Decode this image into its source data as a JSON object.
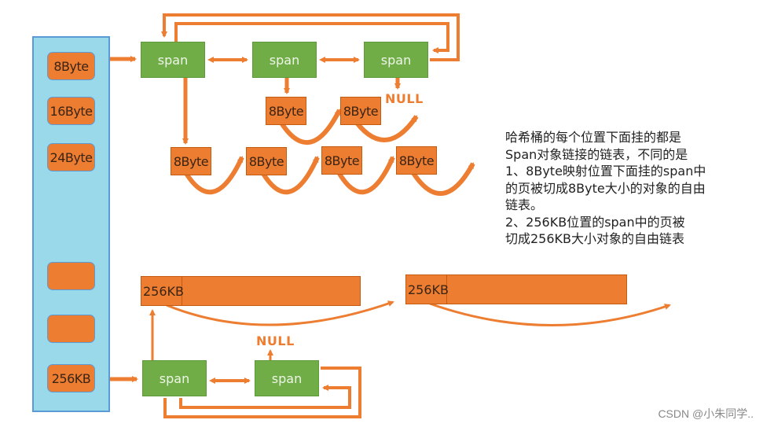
{
  "hash_buckets": {
    "items": [
      {
        "label": "8Byte"
      },
      {
        "label": "16Byte"
      },
      {
        "label": "24Byte"
      },
      {
        "label": ""
      },
      {
        "label": ""
      },
      {
        "label": "256KB"
      }
    ]
  },
  "span_list_8byte": {
    "spans": [
      {
        "label": "span"
      },
      {
        "label": "span"
      },
      {
        "label": "span"
      }
    ],
    "objects_span1": [
      "8Byte",
      "8Byte",
      "8Byte",
      "8Byte"
    ],
    "objects_span2": [
      "8Byte",
      "8Byte"
    ],
    "null_label": "NULL"
  },
  "span_list_256kb": {
    "spans": [
      {
        "label": "span"
      },
      {
        "label": "span"
      }
    ],
    "pages": [
      {
        "label": "256KB"
      },
      {
        "label": "256KB"
      }
    ],
    "null_label": "NULL"
  },
  "note": {
    "lines": [
      "哈希桶的每个位置下面挂的都是",
      "Span对象链接的链表，不同的是",
      "1、8Byte映射位置下面挂的span中",
      "的页被切成8Byte大小的对象的自由",
      "链表。",
      "2、256KB位置的span中的页被",
      "切成256KB大小对象的自由链表"
    ]
  },
  "watermark": "CSDN @小朱同学..",
  "colors": {
    "orange": "#ed7d31",
    "green": "#70ad47",
    "bucket_bg": "#9ad9ea",
    "bucket_border": "#5b9bd5"
  }
}
